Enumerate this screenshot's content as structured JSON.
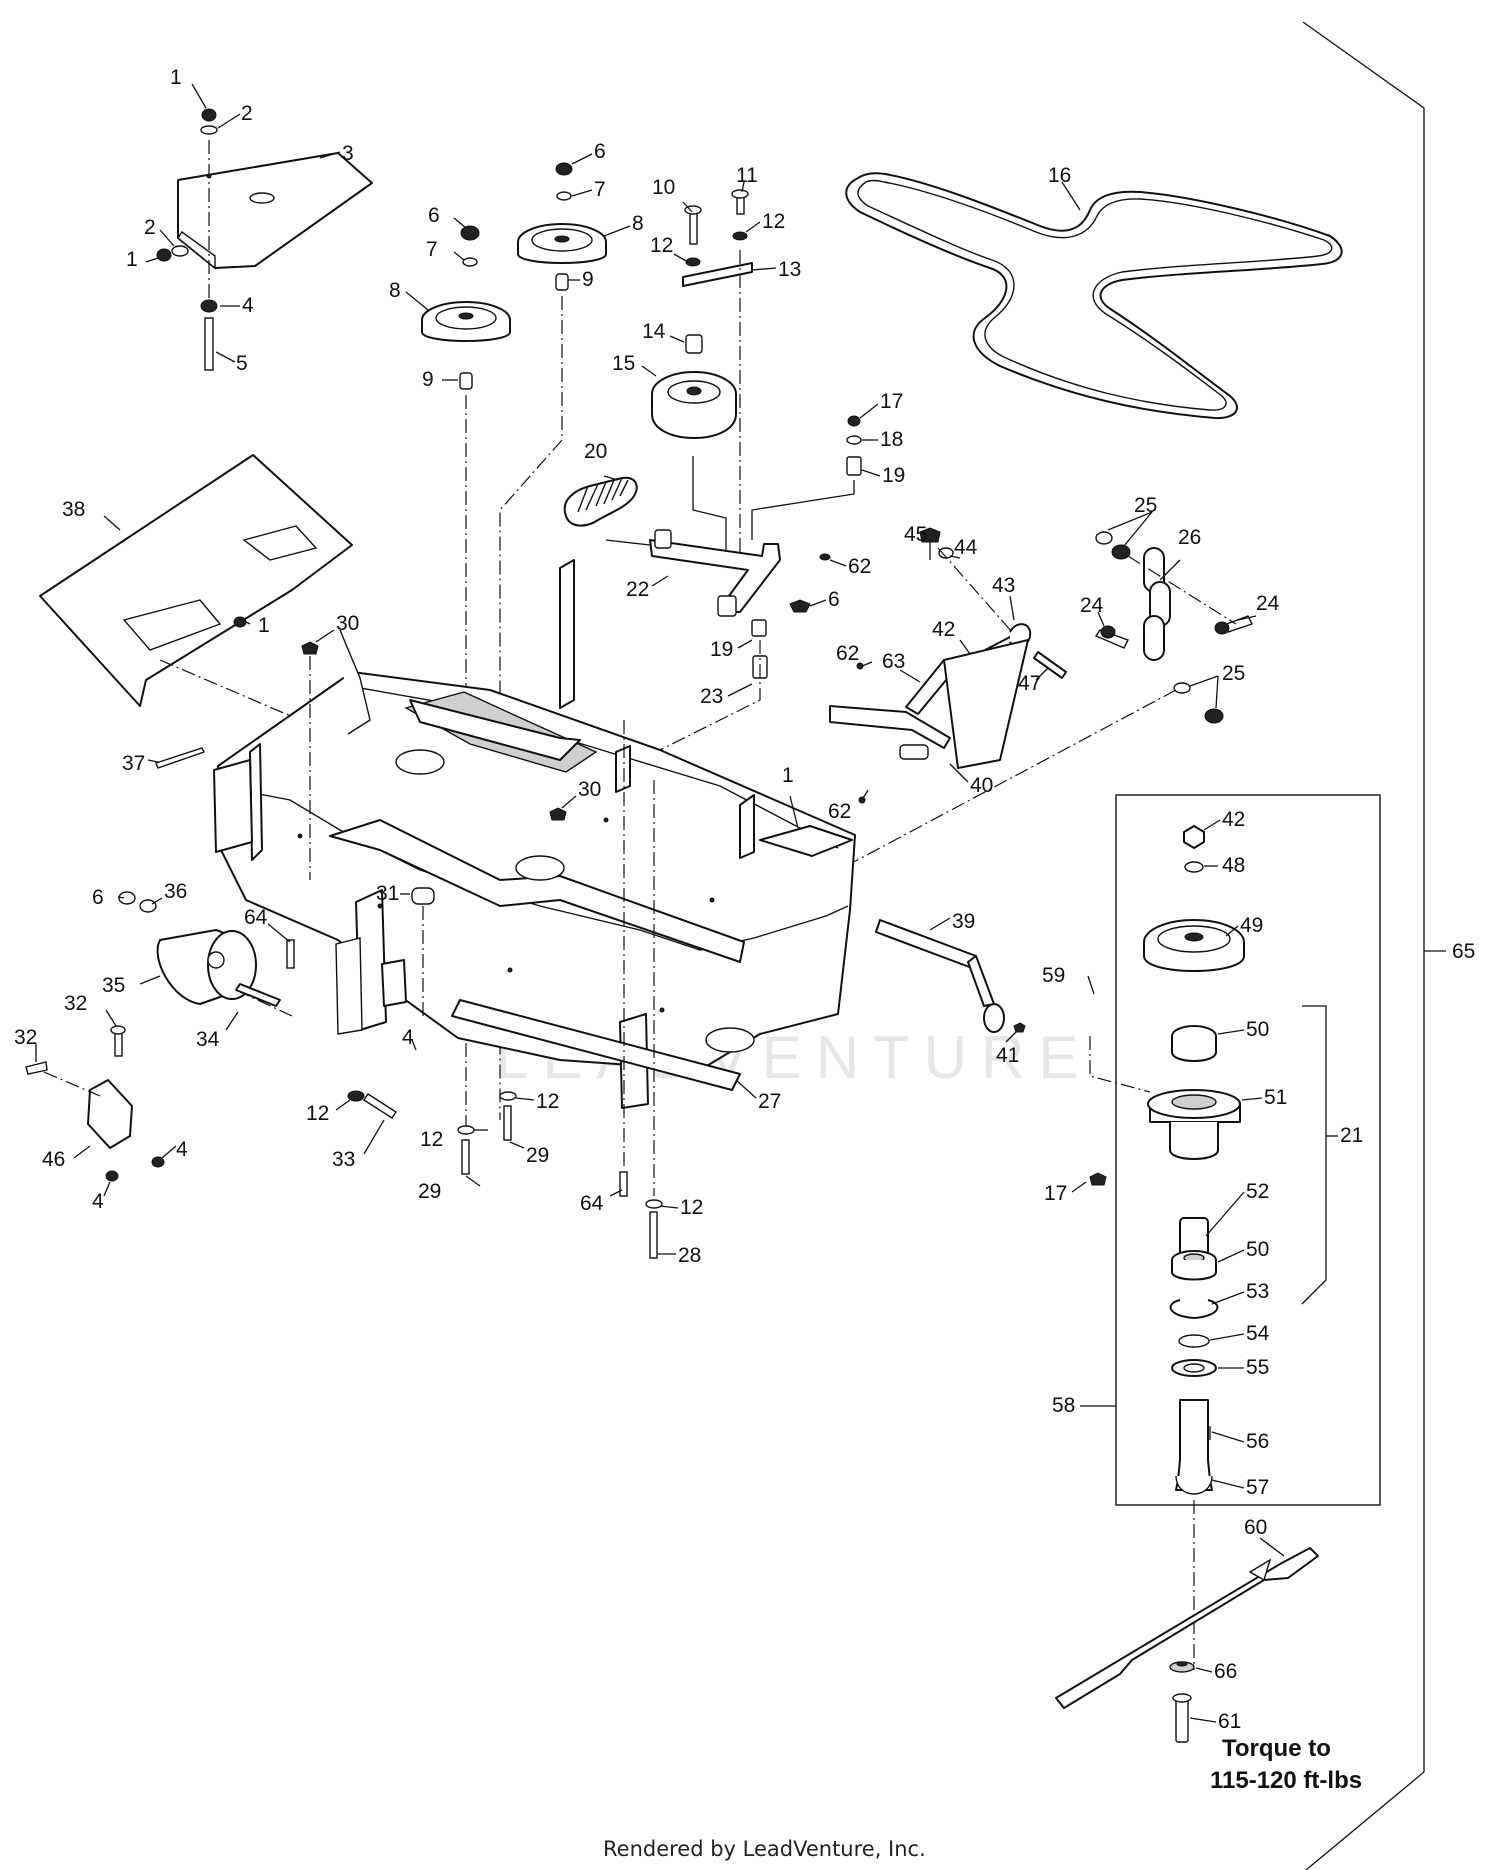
{
  "watermark": "LEADVENTURE",
  "footer": "Rendered by LeadVenture, Inc.",
  "torque_note": [
    "Torque to",
    "115-120 ft-lbs"
  ],
  "callouts": [
    {
      "id": "c1a",
      "label": "1"
    },
    {
      "id": "c2a",
      "label": "2"
    },
    {
      "id": "c3",
      "label": "3"
    },
    {
      "id": "c2b",
      "label": "2"
    },
    {
      "id": "c1b",
      "label": "1"
    },
    {
      "id": "c4a",
      "label": "4"
    },
    {
      "id": "c5",
      "label": "5"
    },
    {
      "id": "c6a",
      "label": "6"
    },
    {
      "id": "c7a",
      "label": "7"
    },
    {
      "id": "c8a",
      "label": "8"
    },
    {
      "id": "c9a",
      "label": "9"
    },
    {
      "id": "c6b",
      "label": "6"
    },
    {
      "id": "c7b",
      "label": "7"
    },
    {
      "id": "c8b",
      "label": "8"
    },
    {
      "id": "c9b",
      "label": "9"
    },
    {
      "id": "c10",
      "label": "10"
    },
    {
      "id": "c11",
      "label": "11"
    },
    {
      "id": "c12a",
      "label": "12"
    },
    {
      "id": "c12b",
      "label": "12"
    },
    {
      "id": "c13",
      "label": "13"
    },
    {
      "id": "c14",
      "label": "14"
    },
    {
      "id": "c15",
      "label": "15"
    },
    {
      "id": "c16",
      "label": "16"
    },
    {
      "id": "c17a",
      "label": "17"
    },
    {
      "id": "c18",
      "label": "18"
    },
    {
      "id": "c19a",
      "label": "19"
    },
    {
      "id": "c20",
      "label": "20"
    },
    {
      "id": "c22",
      "label": "22"
    },
    {
      "id": "c62a",
      "label": "62"
    },
    {
      "id": "c6c",
      "label": "6"
    },
    {
      "id": "c19b",
      "label": "19"
    },
    {
      "id": "c23",
      "label": "23"
    },
    {
      "id": "c45",
      "label": "45"
    },
    {
      "id": "c44",
      "label": "44"
    },
    {
      "id": "c43",
      "label": "43"
    },
    {
      "id": "c42a",
      "label": "42"
    },
    {
      "id": "c47",
      "label": "47"
    },
    {
      "id": "c25a",
      "label": "25"
    },
    {
      "id": "c26",
      "label": "26"
    },
    {
      "id": "c24a",
      "label": "24"
    },
    {
      "id": "c24b",
      "label": "24"
    },
    {
      "id": "c25b",
      "label": "25"
    },
    {
      "id": "c62b",
      "label": "62"
    },
    {
      "id": "c63",
      "label": "63"
    },
    {
      "id": "c40",
      "label": "40"
    },
    {
      "id": "c62c",
      "label": "62"
    },
    {
      "id": "c1c",
      "label": "1"
    },
    {
      "id": "c38",
      "label": "38"
    },
    {
      "id": "c1d",
      "label": "1"
    },
    {
      "id": "c30a",
      "label": "30"
    },
    {
      "id": "c37",
      "label": "37"
    },
    {
      "id": "c30b",
      "label": "30"
    },
    {
      "id": "c31",
      "label": "31"
    },
    {
      "id": "c6d",
      "label": "6"
    },
    {
      "id": "c36",
      "label": "36"
    },
    {
      "id": "c64a",
      "label": "64"
    },
    {
      "id": "c35",
      "label": "35"
    },
    {
      "id": "c34",
      "label": "34"
    },
    {
      "id": "c32a",
      "label": "32"
    },
    {
      "id": "c32b",
      "label": "32"
    },
    {
      "id": "c4b",
      "label": "4"
    },
    {
      "id": "c46",
      "label": "46"
    },
    {
      "id": "c4c",
      "label": "4"
    },
    {
      "id": "c4d",
      "label": "4"
    },
    {
      "id": "c12c",
      "label": "12"
    },
    {
      "id": "c33",
      "label": "33"
    },
    {
      "id": "c12d",
      "label": "12"
    },
    {
      "id": "c12e",
      "label": "12"
    },
    {
      "id": "c29a",
      "label": "29"
    },
    {
      "id": "c29b",
      "label": "29"
    },
    {
      "id": "c27",
      "label": "27"
    },
    {
      "id": "c64b",
      "label": "64"
    },
    {
      "id": "c12f",
      "label": "12"
    },
    {
      "id": "c28",
      "label": "28"
    },
    {
      "id": "c39",
      "label": "39"
    },
    {
      "id": "c41",
      "label": "41"
    },
    {
      "id": "c42b",
      "label": "42"
    },
    {
      "id": "c48",
      "label": "48"
    },
    {
      "id": "c49",
      "label": "49"
    },
    {
      "id": "c59",
      "label": "59"
    },
    {
      "id": "c65",
      "label": "65"
    },
    {
      "id": "c50a",
      "label": "50"
    },
    {
      "id": "c51",
      "label": "51"
    },
    {
      "id": "c21",
      "label": "21"
    },
    {
      "id": "c17b",
      "label": "17"
    },
    {
      "id": "c52",
      "label": "52"
    },
    {
      "id": "c50b",
      "label": "50"
    },
    {
      "id": "c53",
      "label": "53"
    },
    {
      "id": "c54",
      "label": "54"
    },
    {
      "id": "c55",
      "label": "55"
    },
    {
      "id": "c58",
      "label": "58"
    },
    {
      "id": "c56",
      "label": "56"
    },
    {
      "id": "c57",
      "label": "57"
    },
    {
      "id": "c60",
      "label": "60"
    },
    {
      "id": "c66",
      "label": "66"
    },
    {
      "id": "c61",
      "label": "61"
    }
  ]
}
